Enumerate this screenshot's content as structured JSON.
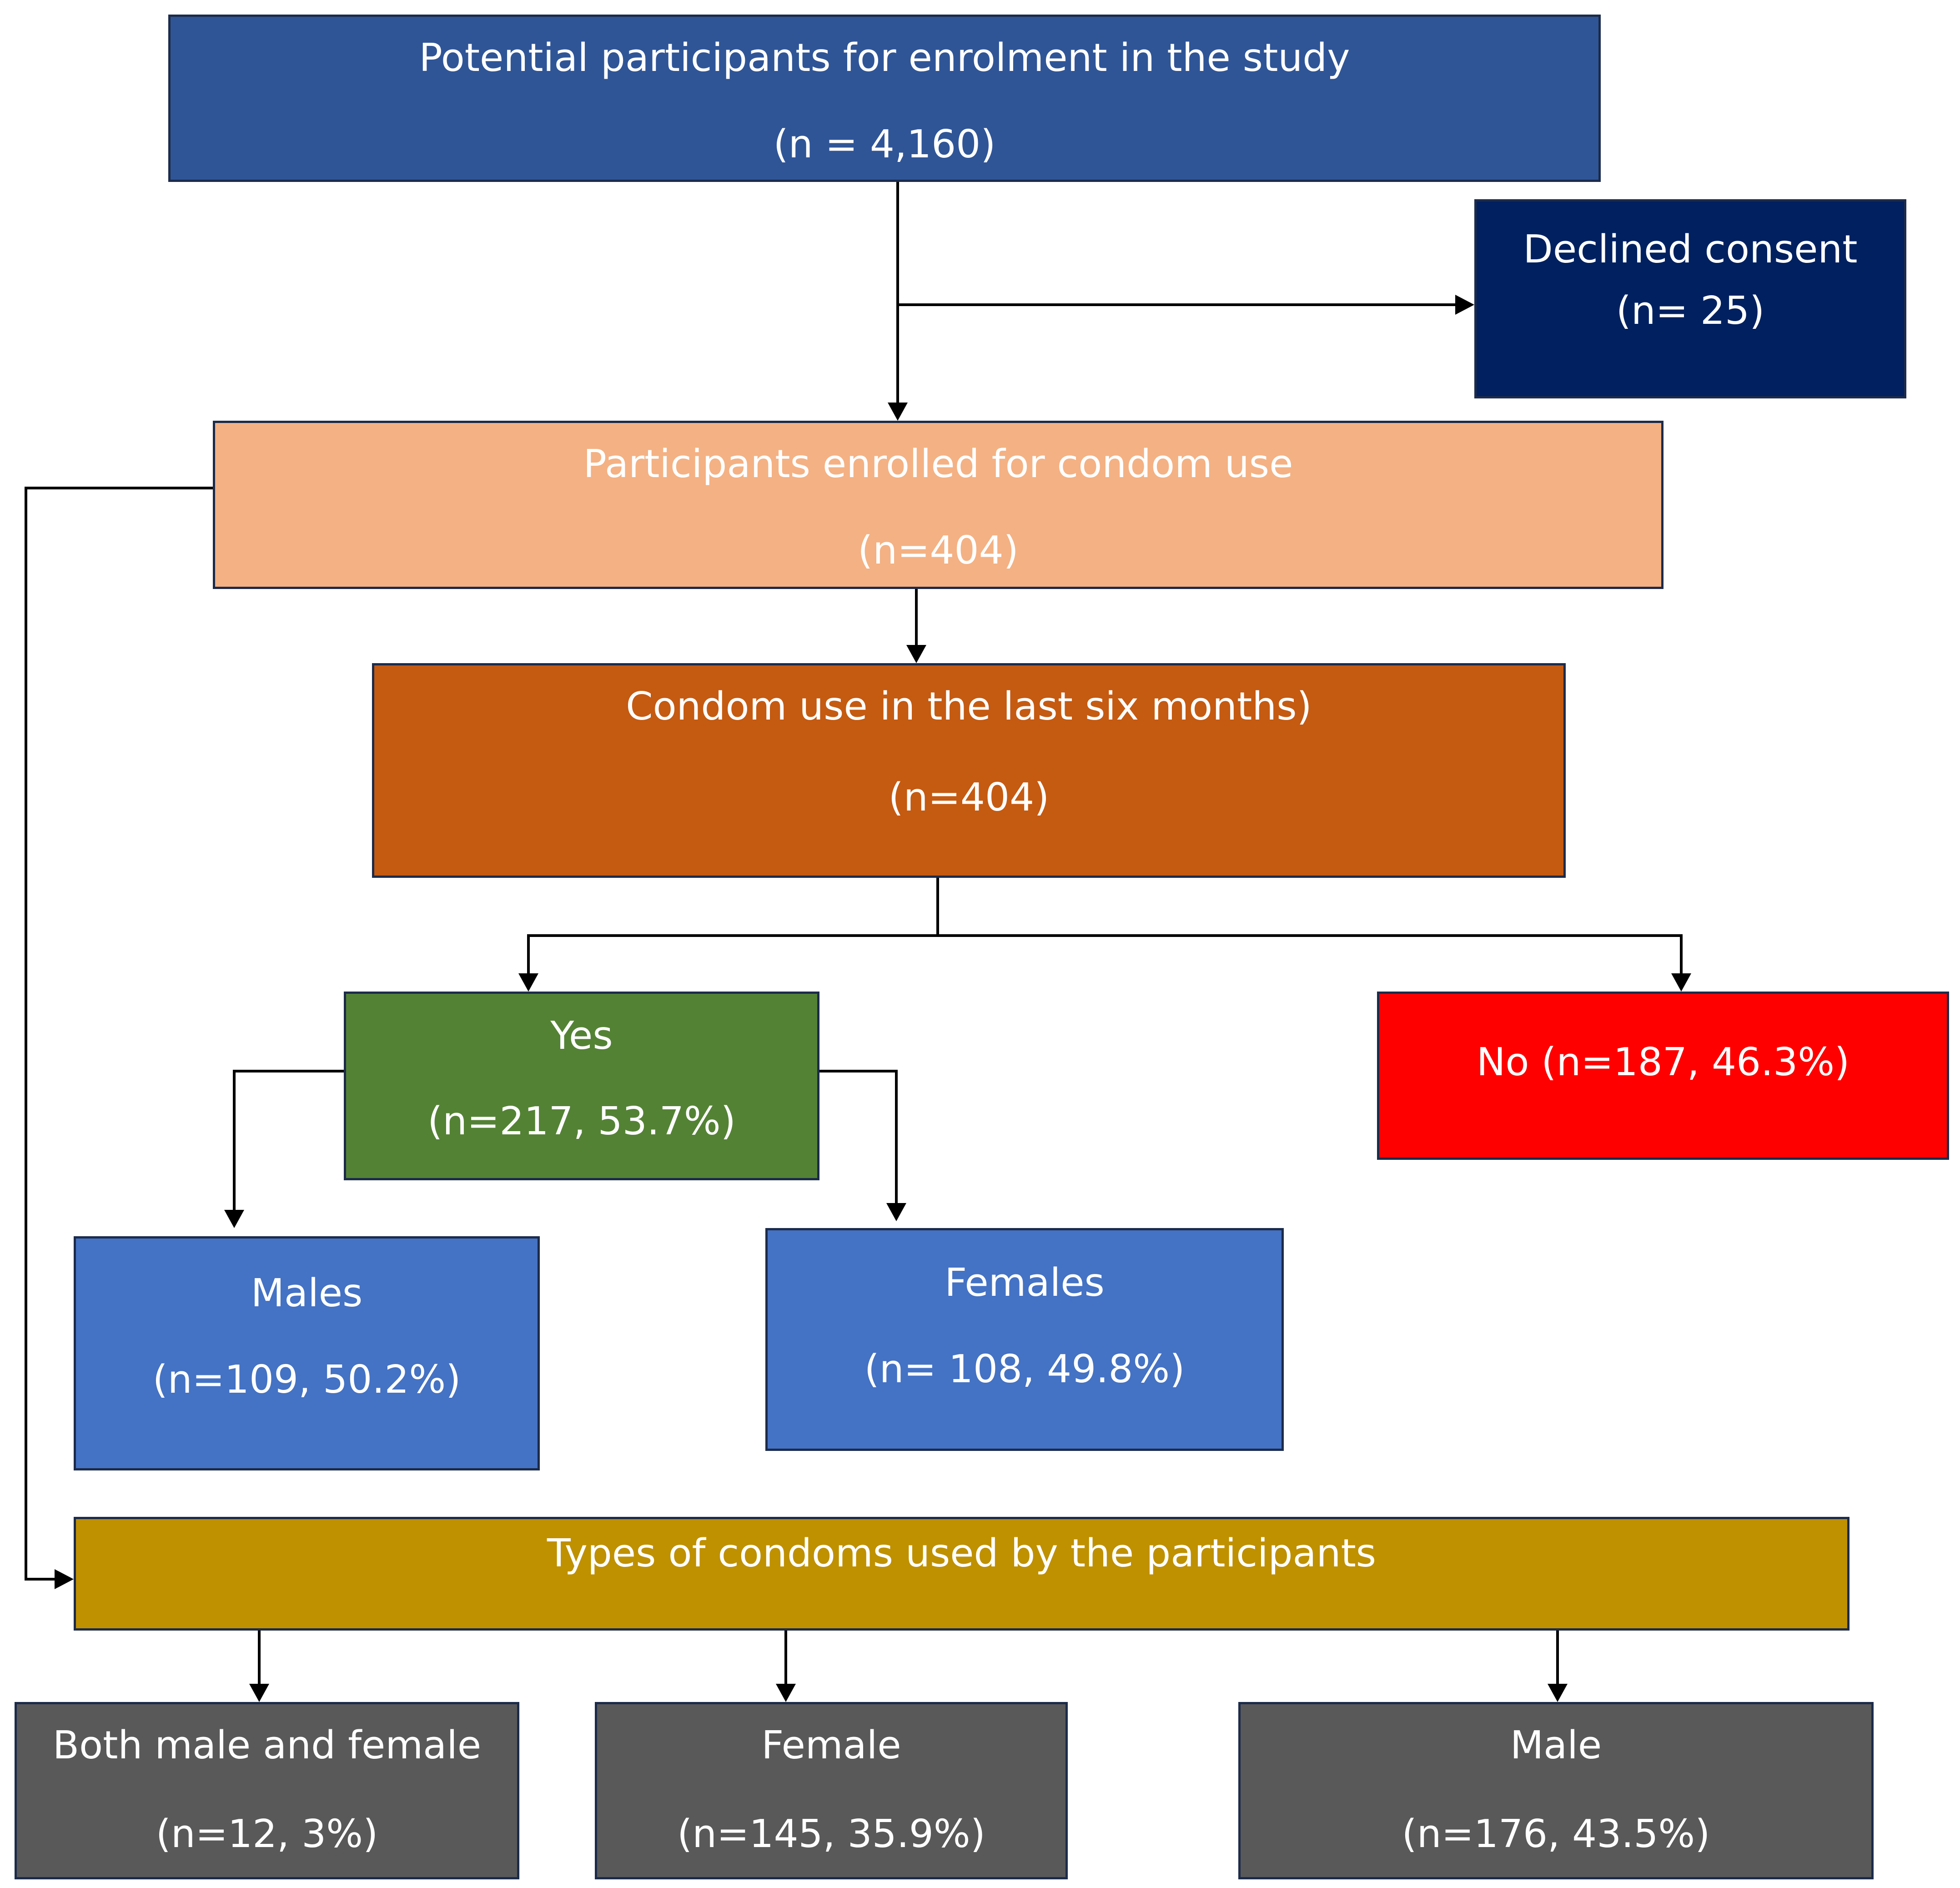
{
  "colors": {
    "potential": "#2f5597",
    "declined": "#002060",
    "enrolled": "#f4b183",
    "condom_use": "#c55a11",
    "yes": "#548235",
    "no": "#ff0000",
    "sex_boxes": "#4472c4",
    "types": "#bf9000",
    "type_boxes": "#595959",
    "connector": "#000000"
  },
  "nodes": {
    "potential": {
      "title": "Potential participants for enrolment in the study",
      "count": "(n = 4,160)"
    },
    "declined": {
      "title": "Declined consent",
      "count": "(n= 25)"
    },
    "enrolled": {
      "title": "Participants enrolled for condom use",
      "count": "(n=404)"
    },
    "condom_use": {
      "title": "Condom use in the last six months)",
      "count": "(n=404)"
    },
    "yes": {
      "title": "Yes",
      "count": "(n=217, 53.7%)"
    },
    "no": {
      "title": "No (n=187, 46.3%)"
    },
    "males": {
      "title": "Males",
      "count": "(n=109, 50.2%)"
    },
    "females": {
      "title": "Females",
      "count": "(n= 108, 49.8%)"
    },
    "types": {
      "title": "Types of condoms used by the participants"
    },
    "both": {
      "title": "Both male and female",
      "count": "(n=12, 3%)"
    },
    "female": {
      "title": "Female",
      "count": "(n=145, 35.9%)"
    },
    "male": {
      "title": "Male",
      "count": "(n=176, 43.5%)"
    }
  },
  "edges": [
    {
      "from": "potential",
      "to": "enrolled"
    },
    {
      "from": "potential",
      "to": "declined"
    },
    {
      "from": "enrolled",
      "to": "condom_use"
    },
    {
      "from": "enrolled",
      "to": "types"
    },
    {
      "from": "condom_use",
      "to": "yes"
    },
    {
      "from": "condom_use",
      "to": "no"
    },
    {
      "from": "yes",
      "to": "males"
    },
    {
      "from": "yes",
      "to": "females"
    },
    {
      "from": "types",
      "to": "both"
    },
    {
      "from": "types",
      "to": "female"
    },
    {
      "from": "types",
      "to": "male"
    }
  ]
}
